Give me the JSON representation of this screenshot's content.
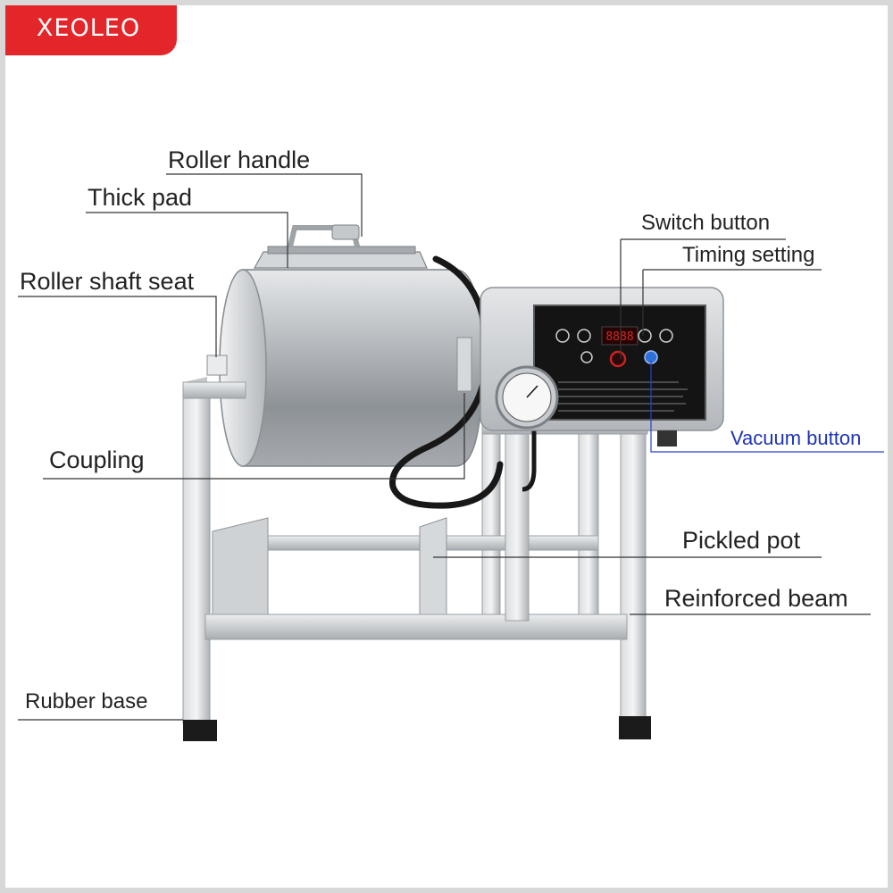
{
  "brand": {
    "logo_text": "XEOLEO",
    "color": "#e3262a"
  },
  "labels": {
    "roller_handle": "Roller handle",
    "thick_pad": "Thick pad",
    "roller_shaft_seat": "Roller shaft seat",
    "coupling": "Coupling",
    "rubber_base": "Rubber base",
    "switch_button": "Switch button",
    "timing_setting": "Timing setting",
    "vacuum_button": "Vacuum button",
    "pickled_pot": "Pickled pot",
    "reinforced_beam": "Reinforced beam"
  },
  "colors": {
    "leader_line": "#333333",
    "vacuum_leader": "#2a3fd0",
    "steel": "#c9ccd0",
    "panel": "#151515",
    "display": "#d32a22"
  }
}
